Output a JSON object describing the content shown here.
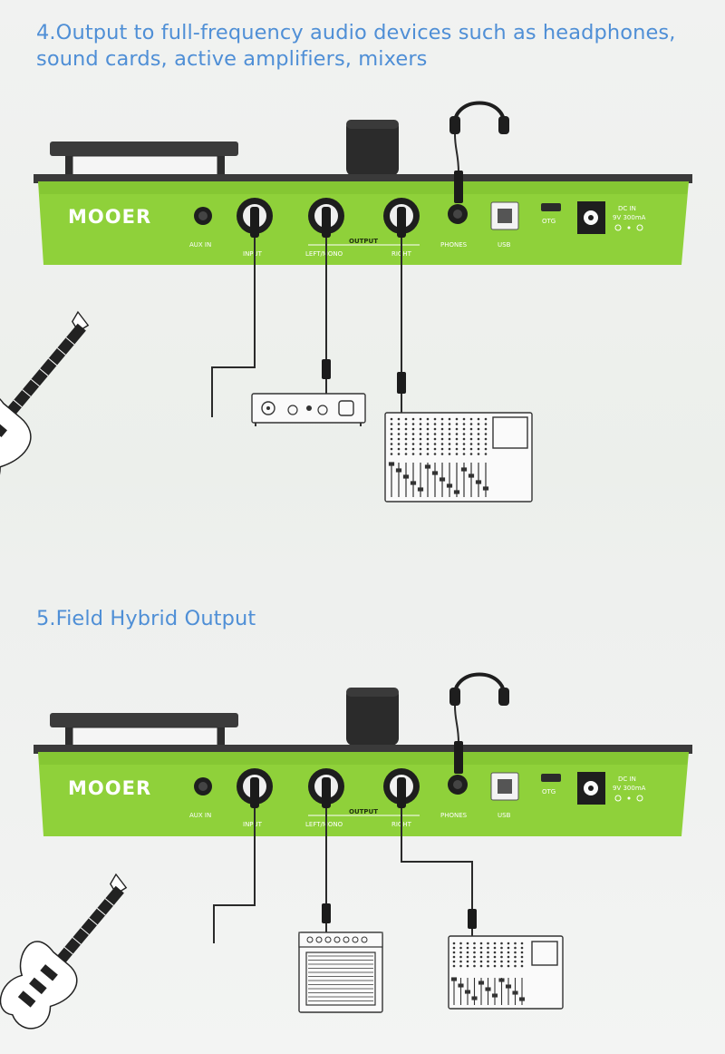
{
  "sections": [
    {
      "heading": "4.Output to full-frequency audio devices such as headphones, sound cards, active amplifiers, mixers",
      "panel": {
        "brand": "MOOER",
        "aux_in": "AUX IN",
        "input": "INPUT",
        "output": "OUTPUT",
        "left_mono": "LEFT/MONO",
        "right": "RIGHT",
        "phones": "PHONES",
        "usb": "USB",
        "otg": "OTG",
        "dc_in": "DC IN",
        "dc_spec": "9V 300mA"
      },
      "connections": [
        {
          "from": "input",
          "to": "guitar-icon"
        },
        {
          "from": "left_mono",
          "to": "sound-card-icon"
        },
        {
          "from": "right",
          "to": "mixer-icon"
        },
        {
          "from": "phones",
          "to": "headphones-icon"
        }
      ]
    },
    {
      "heading": "5.Field Hybrid Output",
      "panel": {
        "brand": "MOOER",
        "aux_in": "AUX IN",
        "input": "INPUT",
        "output": "OUTPUT",
        "left_mono": "LEFT/MONO",
        "right": "RIGHT",
        "phones": "PHONES",
        "usb": "USB",
        "otg": "OTG",
        "dc_in": "DC IN",
        "dc_spec": "9V 300mA"
      },
      "connections": [
        {
          "from": "input",
          "to": "guitar-icon"
        },
        {
          "from": "left_mono",
          "to": "amplifier-icon"
        },
        {
          "from": "right",
          "to": "mixer-icon"
        },
        {
          "from": "phones",
          "to": "headphones-icon"
        }
      ]
    }
  ],
  "colors": {
    "heading": "#4f8fd6",
    "panel_green": "#8fd13a",
    "panel_top": "#3a3a3a",
    "line": "#2a2a2a"
  }
}
